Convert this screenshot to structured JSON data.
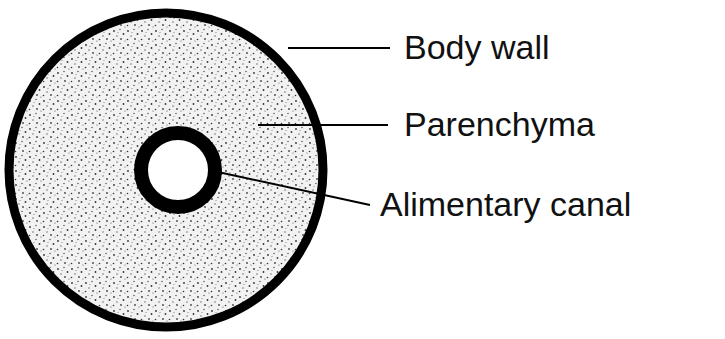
{
  "diagram": {
    "labels": [
      "Body wall",
      "Parenchyma",
      "Alimentary canal"
    ]
  }
}
